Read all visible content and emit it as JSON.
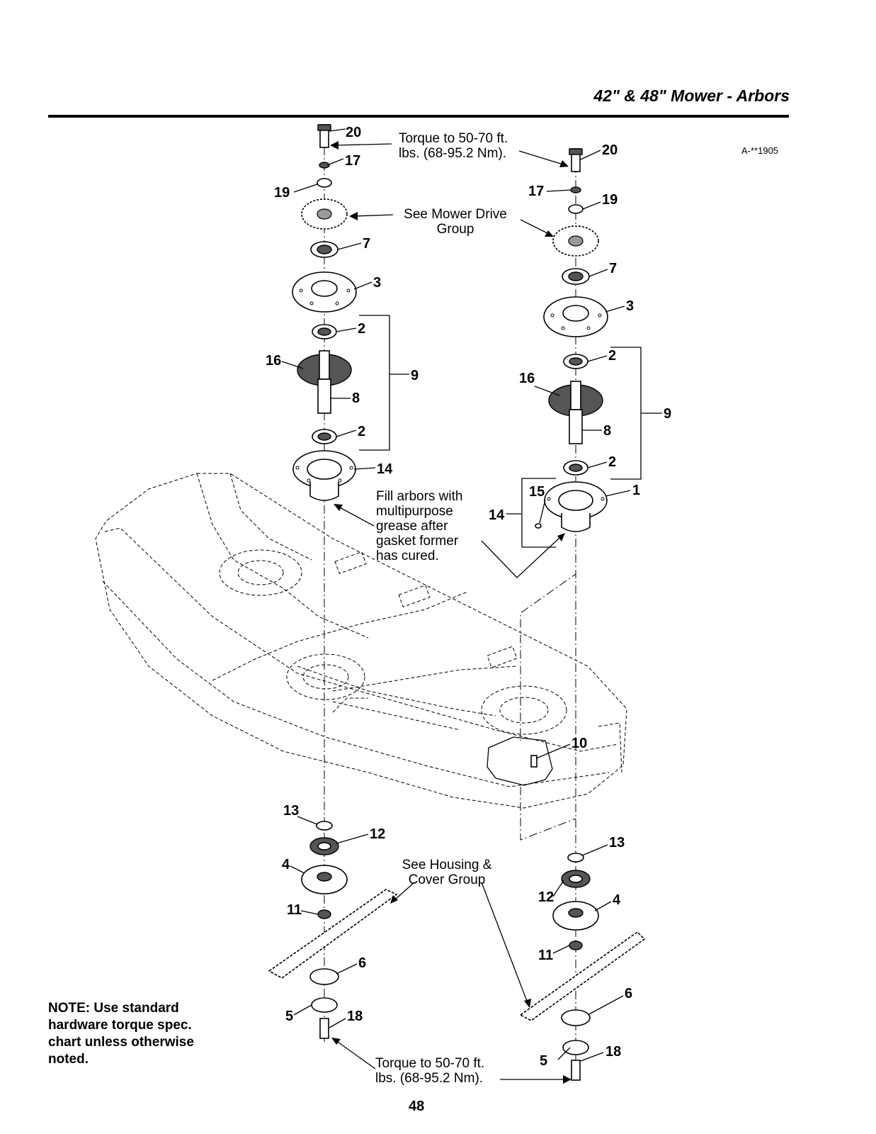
{
  "header": {
    "title": "42\" & 48\" Mower - Arbors",
    "figure_id": "A-**1905"
  },
  "note": "NOTE: Use standard hardware torque spec. chart unless otherwise noted.",
  "page_number": "48",
  "callouts": {
    "torque_top": [
      "Torque to 50-70 ft.",
      "lbs. (68-95.2 Nm)."
    ],
    "mower_drive": [
      "See Mower Drive",
      "Group"
    ],
    "fill_arbors": [
      "Fill arbors with",
      "multipurpose",
      "grease after",
      "gasket former",
      "has cured."
    ],
    "housing_cover": [
      "See Housing &",
      "Cover Group"
    ],
    "torque_bottom": [
      "Torque to 50-70 ft.",
      "lbs. (68-95.2 Nm)."
    ]
  },
  "parts": {
    "n1": "1",
    "n2": "2",
    "n3": "3",
    "n4": "4",
    "n5": "5",
    "n6": "6",
    "n7": "7",
    "n8": "8",
    "n9": "9",
    "n10": "10",
    "n11": "11",
    "n12": "12",
    "n13": "13",
    "n14": "14",
    "n15": "15",
    "n16": "16",
    "n17": "17",
    "n18": "18",
    "n19": "19",
    "n20": "20"
  }
}
